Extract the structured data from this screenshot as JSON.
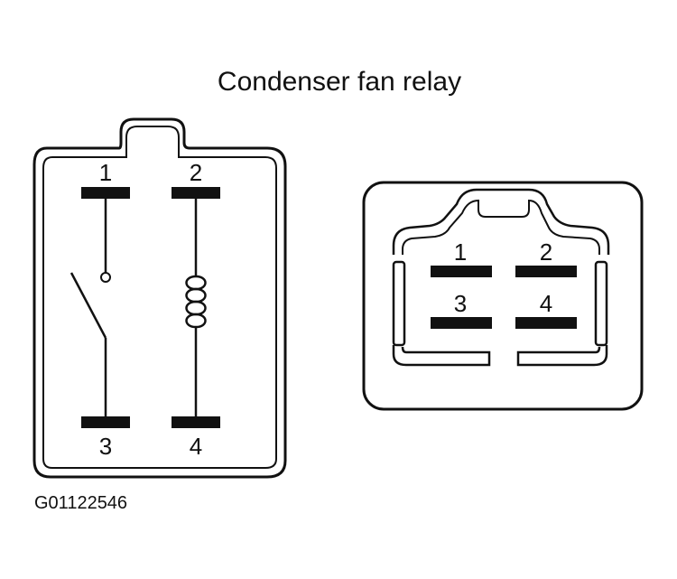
{
  "title": "Condenser fan relay",
  "figure_code": "G01122546",
  "schematic": {
    "pins": [
      "1",
      "2",
      "3",
      "4"
    ]
  },
  "connector": {
    "pins": [
      "1",
      "2",
      "3",
      "4"
    ]
  },
  "colors": {
    "ink": "#111111",
    "background": "#ffffff"
  }
}
